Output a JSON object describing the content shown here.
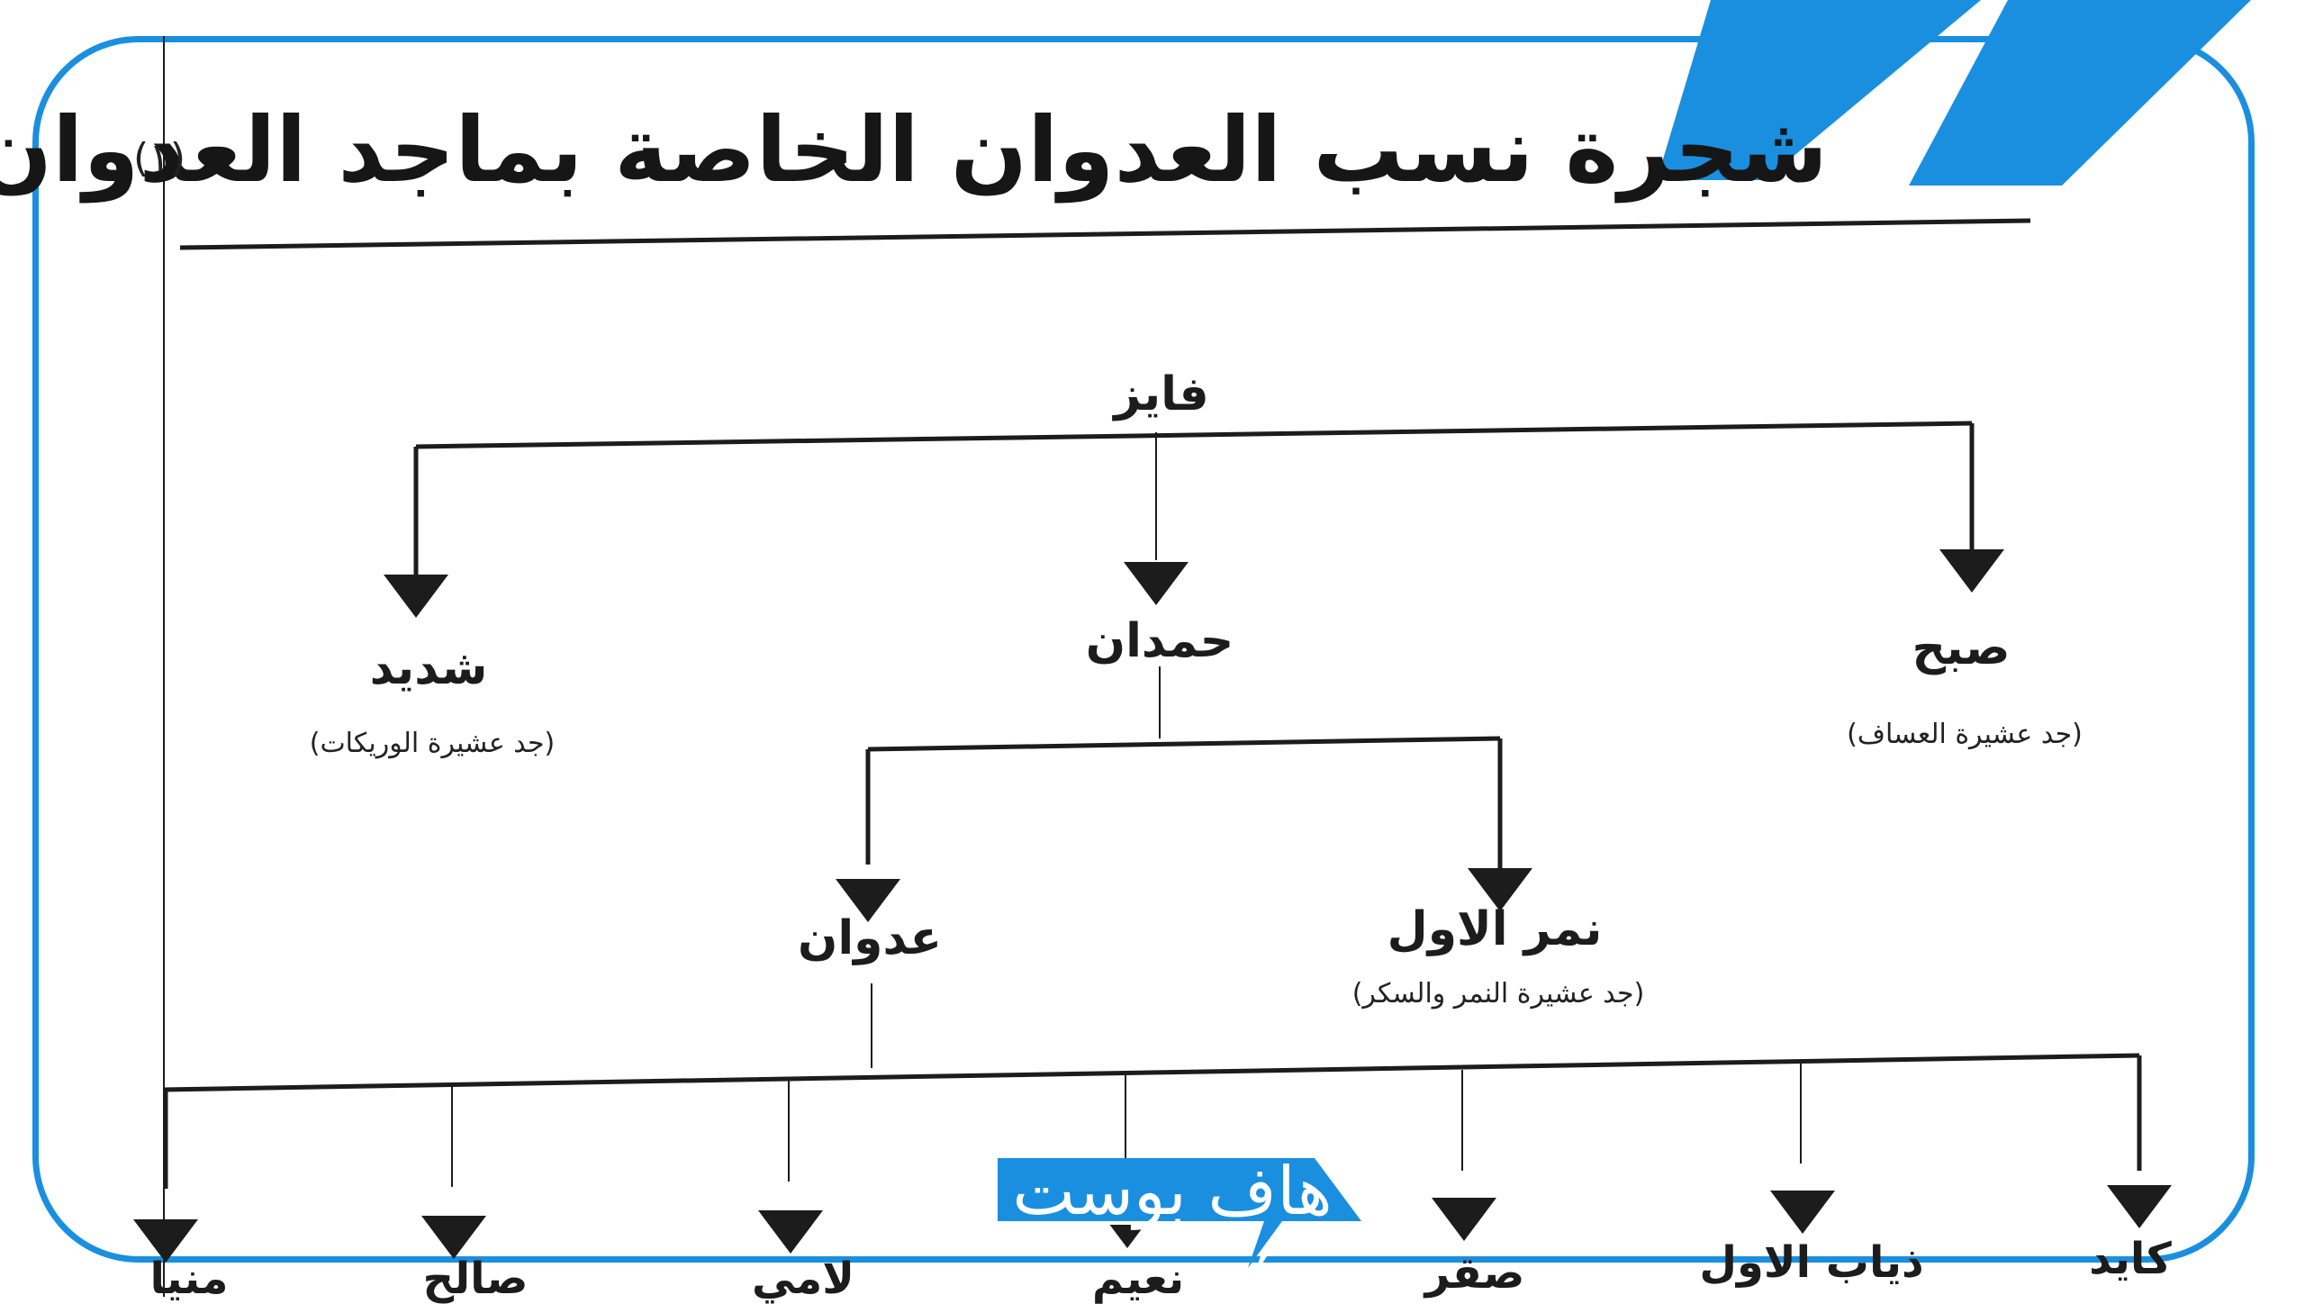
{
  "header": {
    "title": "شجرة نسب العدوان الخاصة بماجد العدوان",
    "note": "(١)"
  },
  "tree": {
    "root": {
      "name": "فايز"
    },
    "level1": [
      {
        "name": "شديد",
        "note": "(جد عشيرة الوريكات)"
      },
      {
        "name": "حمدان",
        "note": ""
      },
      {
        "name": "صبح",
        "note": "(جد عشيرة العساف)"
      }
    ],
    "level2": [
      {
        "name": "عدوان",
        "note": ""
      },
      {
        "name": "نمر الاول",
        "note": "(جد عشيرة النمر والسكر)"
      }
    ],
    "level3": [
      {
        "name": "منيا"
      },
      {
        "name": "صالح"
      },
      {
        "name": "لامي"
      },
      {
        "name": "نعيم"
      },
      {
        "name": "صقر"
      },
      {
        "name": "ذياب الاول"
      },
      {
        "name": "كايد"
      }
    ]
  },
  "watermark": {
    "text": "هاف بوست"
  },
  "colors": {
    "accent": "#1a8fe0",
    "ink": "#1c1c1c"
  }
}
